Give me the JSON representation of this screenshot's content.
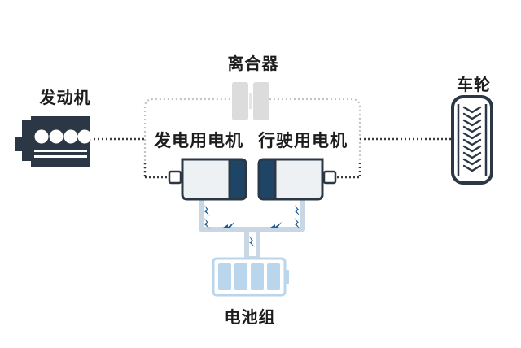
{
  "labels": {
    "engine": "发动机",
    "clutch": "离合器",
    "wheel": "车轮",
    "generator_motor": "发电用电机",
    "drive_motor": "行驶用电机",
    "battery": "电池组"
  },
  "colors": {
    "outline": "#2b3744",
    "motor_fill": "#eef1f4",
    "motor_end": "#1e4466",
    "dotted_line": "#3a3a3a",
    "clutch_dotted": "#c4c4c4",
    "clutch_plate": "#dcdcdc",
    "wire": "#c9d7e4",
    "battery_cell": "#b9d6ec",
    "spark": "#1f5f96"
  }
}
